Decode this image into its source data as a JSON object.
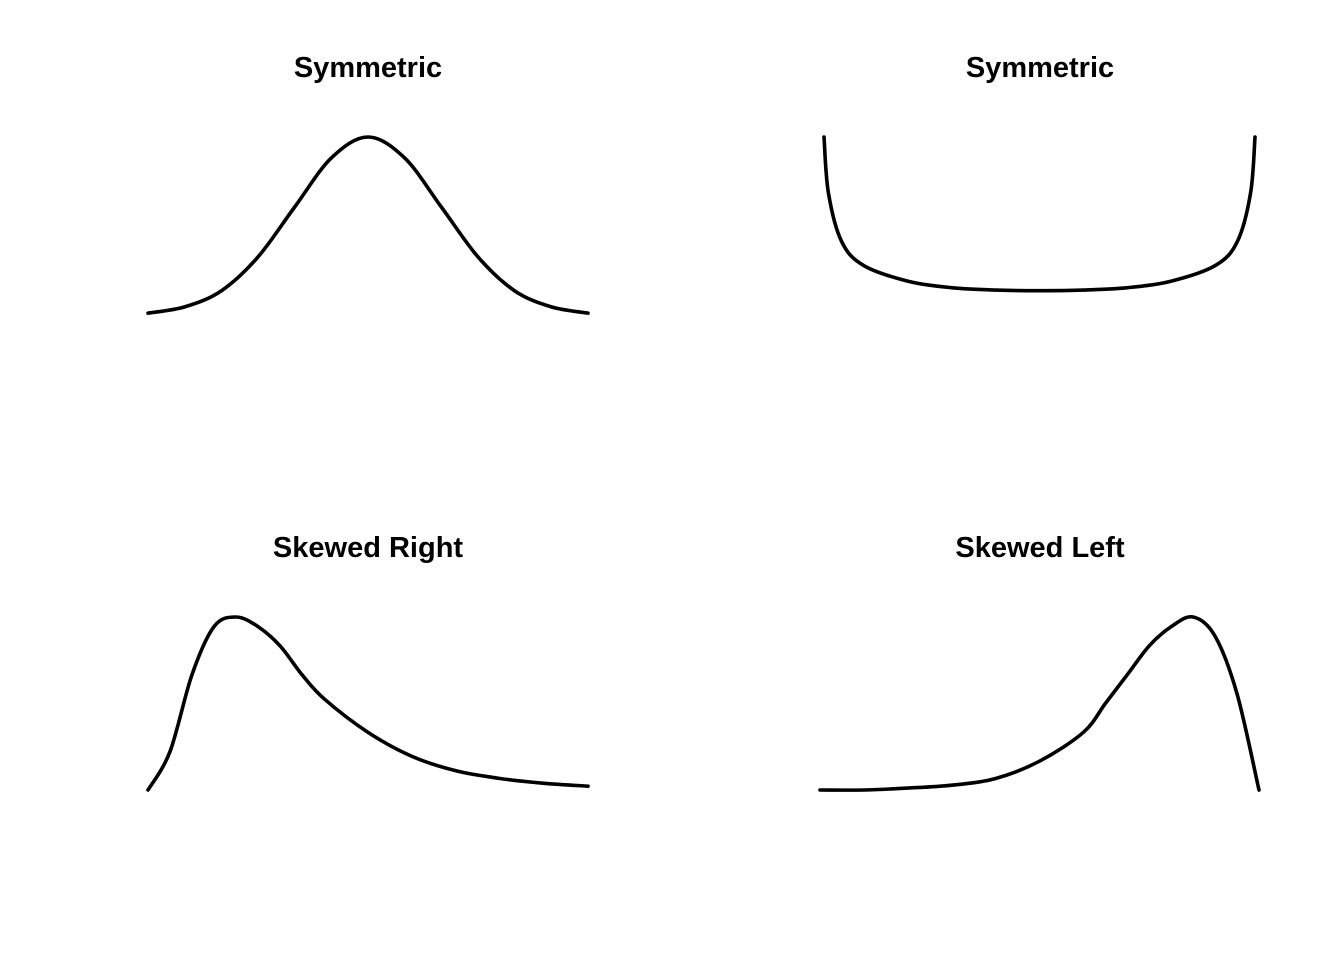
{
  "colors": {
    "background": "#ffffff",
    "curve": "#000000",
    "text": "#000000"
  },
  "chart_data": [
    {
      "type": "line",
      "title": "Symmetric",
      "xlabel": "",
      "ylabel": "",
      "grid": false,
      "axes_visible": false,
      "shape": "bell",
      "xlim": [
        -3,
        3
      ],
      "ylim": [
        0.011,
        0.399
      ],
      "x": [
        -3.0,
        -2.5,
        -2.0,
        -1.5,
        -1.0,
        -0.5,
        0.0,
        0.5,
        1.0,
        1.5,
        2.0,
        2.5,
        3.0
      ],
      "y": [
        0.004,
        0.018,
        0.054,
        0.13,
        0.242,
        0.352,
        0.399,
        0.352,
        0.242,
        0.13,
        0.054,
        0.018,
        0.004
      ]
    },
    {
      "type": "line",
      "title": "Symmetric",
      "xlabel": "",
      "ylabel": "",
      "grid": false,
      "axes_visible": false,
      "shape": "u-shaped",
      "xlim": [
        0.01,
        0.99
      ],
      "ylim": [
        0.318,
        3.2
      ],
      "x": [
        0.01,
        0.02,
        0.05,
        0.1,
        0.2,
        0.3,
        0.4,
        0.5,
        0.6,
        0.7,
        0.8,
        0.9,
        0.95,
        0.98,
        0.99
      ],
      "y": [
        3.2,
        2.27,
        1.46,
        1.06,
        0.8,
        0.69,
        0.65,
        0.64,
        0.65,
        0.69,
        0.8,
        1.06,
        1.46,
        2.27,
        3.2
      ]
    },
    {
      "type": "line",
      "title": "Skewed Right",
      "xlabel": "",
      "ylabel": "",
      "grid": false,
      "axes_visible": false,
      "shape": "right-skewed",
      "xlim": [
        0,
        10
      ],
      "ylim": [
        0,
        0.18
      ],
      "x": [
        0,
        0.5,
        1.0,
        1.5,
        2.0,
        2.5,
        3.0,
        3.5,
        4.0,
        5.0,
        6.0,
        7.0,
        8.0,
        9.0,
        10.0
      ],
      "y": [
        0,
        0.04,
        0.12,
        0.17,
        0.18,
        0.17,
        0.15,
        0.12,
        0.095,
        0.06,
        0.035,
        0.02,
        0.012,
        0.007,
        0.004
      ]
    },
    {
      "type": "line",
      "title": "Skewed Left",
      "xlabel": "",
      "ylabel": "",
      "grid": false,
      "axes_visible": false,
      "shape": "left-skewed",
      "xlim": [
        0,
        10
      ],
      "ylim": [
        0,
        0.18
      ],
      "x": [
        0,
        1.0,
        2.0,
        3.0,
        4.0,
        5.0,
        6.0,
        6.5,
        7.0,
        7.5,
        8.0,
        8.5,
        9.0,
        9.5,
        10.0
      ],
      "y": [
        0.0,
        0.0,
        0.002,
        0.005,
        0.012,
        0.03,
        0.06,
        0.09,
        0.12,
        0.15,
        0.17,
        0.18,
        0.16,
        0.1,
        0.0
      ]
    }
  ]
}
